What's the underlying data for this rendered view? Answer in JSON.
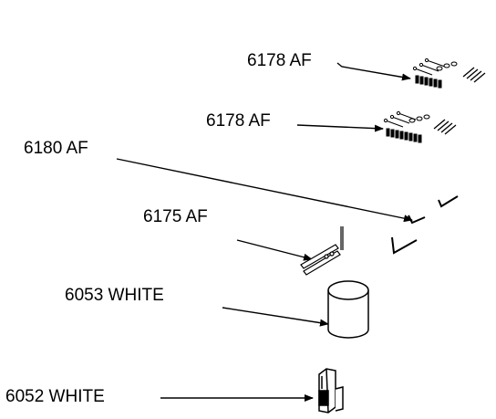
{
  "labels": [
    {
      "id": "p6178a",
      "text": "6178 AF"
    },
    {
      "id": "p6178b",
      "text": "6178 AF"
    },
    {
      "id": "p6180",
      "text": "6180 AF"
    },
    {
      "id": "p6175",
      "text": "6175 AF"
    },
    {
      "id": "p6053",
      "text": "6053 WHITE"
    },
    {
      "id": "p6052",
      "text": "6052 WHITE"
    }
  ]
}
